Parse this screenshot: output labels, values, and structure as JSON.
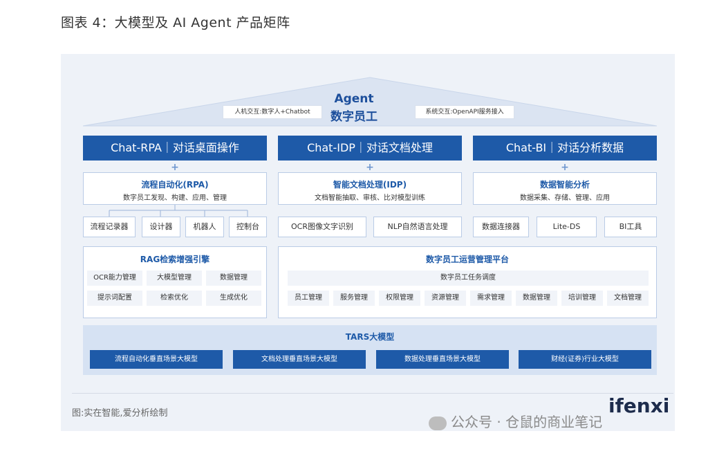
{
  "figure_title": "图表 4：大模型及 AI Agent 产品矩阵",
  "agent": {
    "title": "Agent",
    "subtitle": "数字员工",
    "left_pill": "人机交互:数字人+Chatbot",
    "right_pill": "系统交互:OpenAPI服务接入"
  },
  "columns": [
    {
      "head": "Chat-RPA｜对话桌面操作",
      "box_title": "流程自动化(RPA)",
      "box_sub": "数字员工发现、构建、应用、管理",
      "subs": [
        "流程记录器",
        "设计器",
        "机器人",
        "控制台"
      ]
    },
    {
      "head": "Chat-IDP｜对话文档处理",
      "box_title": "智能文档处理(IDP)",
      "box_sub": "文档智能抽取、审核、比对模型训练",
      "subs": [
        "OCR图像文字识别",
        "NLP自然语言处理"
      ]
    },
    {
      "head": "Chat-BI｜对话分析数据",
      "box_title": "数据智能分析",
      "box_sub": "数据采集、存储、管理、应用",
      "subs": [
        "数据连接器",
        "Lite-DS",
        "BI工具"
      ]
    }
  ],
  "rag": {
    "title": "RAG检索增强引擎",
    "items": [
      "OCR能力管理",
      "大模型管理",
      "数据管理",
      "提示词配置",
      "检索优化",
      "生成优化"
    ]
  },
  "ops": {
    "title": "数字员工运营管理平台",
    "bar": "数字员工任务调度",
    "items": [
      "员工管理",
      "服务管理",
      "权限管理",
      "资源管理",
      "需求管理",
      "数据管理",
      "培训管理",
      "文档管理"
    ]
  },
  "tars": {
    "title": "TARS大模型",
    "items": [
      "流程自动化垂直场景大模型",
      "文档处理垂直场景大模型",
      "数据处理垂直场景大模型",
      "财经(证券)行业大模型"
    ]
  },
  "note": "图:实在智能,爱分析绘制",
  "watermark": "公众号 · 仓鼠的商业笔记",
  "brand": "ifenxi",
  "colors": {
    "primary": "#1e5aa8",
    "panel_bg": "#eef2f8",
    "roof": "#dbe4f2"
  }
}
